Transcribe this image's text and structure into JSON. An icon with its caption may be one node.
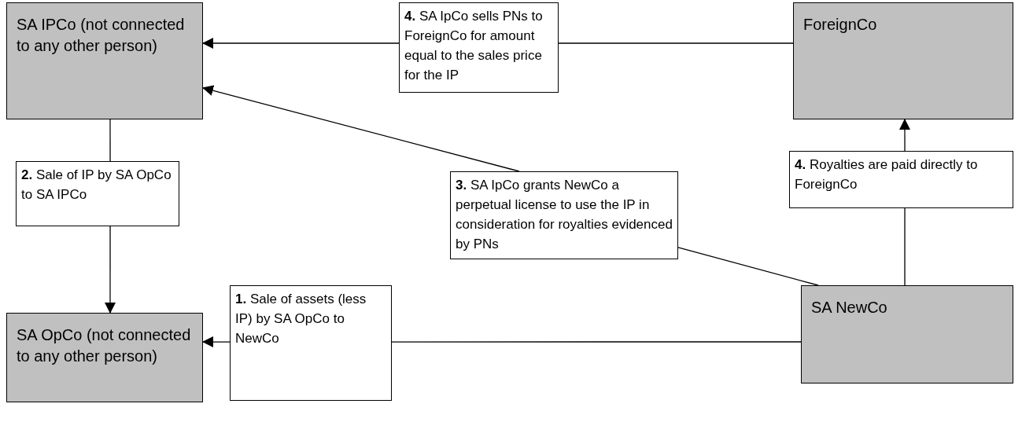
{
  "diagram": {
    "nodes": [
      {
        "text": [
          "SA IPCo (not connected to any other person)"
        ]
      },
      {
        "text": [
          "**4.** SA IpCo sells PNs to ForeignCo for amount equal to the sales price for the IP"
        ]
      },
      {
        "text": [
          "ForeignCo"
        ]
      },
      {
        "text": [
          "**2.** Sale of IP by SA OpCo to SA IPCo"
        ]
      },
      {
        "text": [
          "**3.** SA IpCo grants NewCo a perpetual license to use the IP in consideration for royalties evidenced by PNs"
        ]
      },
      {
        "text": [
          "**4.** Royalties are paid directly to ForeignCo"
        ]
      },
      {
        "text": [
          "**1.** Sale of assets (less IP) by SA OpCo to NewCo"
        ]
      },
      {
        "text": [
          "SA NewCo"
        ]
      },
      {
        "text": [
          "SA OpCo (not connected to any other person)"
        ]
      }
    ],
    "edges": [
      {
        "from": 2,
        "to": 1,
        "arrow": "none"
      },
      {
        "from": 1,
        "to": 0,
        "arrow": "to"
      },
      {
        "from": 0,
        "to": 3,
        "arrow": "none"
      },
      {
        "from": 3,
        "to": 8,
        "arrow": "to"
      },
      {
        "from": 7,
        "to": 4,
        "arrow": "none"
      },
      {
        "from": 4,
        "to": 0,
        "arrow": "to"
      },
      {
        "from": 7,
        "to": 5,
        "arrow": "none"
      },
      {
        "from": 5,
        "to": 2,
        "arrow": "to"
      },
      {
        "from": 7,
        "to": 6,
        "arrow": "none"
      },
      {
        "from": 6,
        "to": 8,
        "arrow": "to"
      }
    ]
  }
}
